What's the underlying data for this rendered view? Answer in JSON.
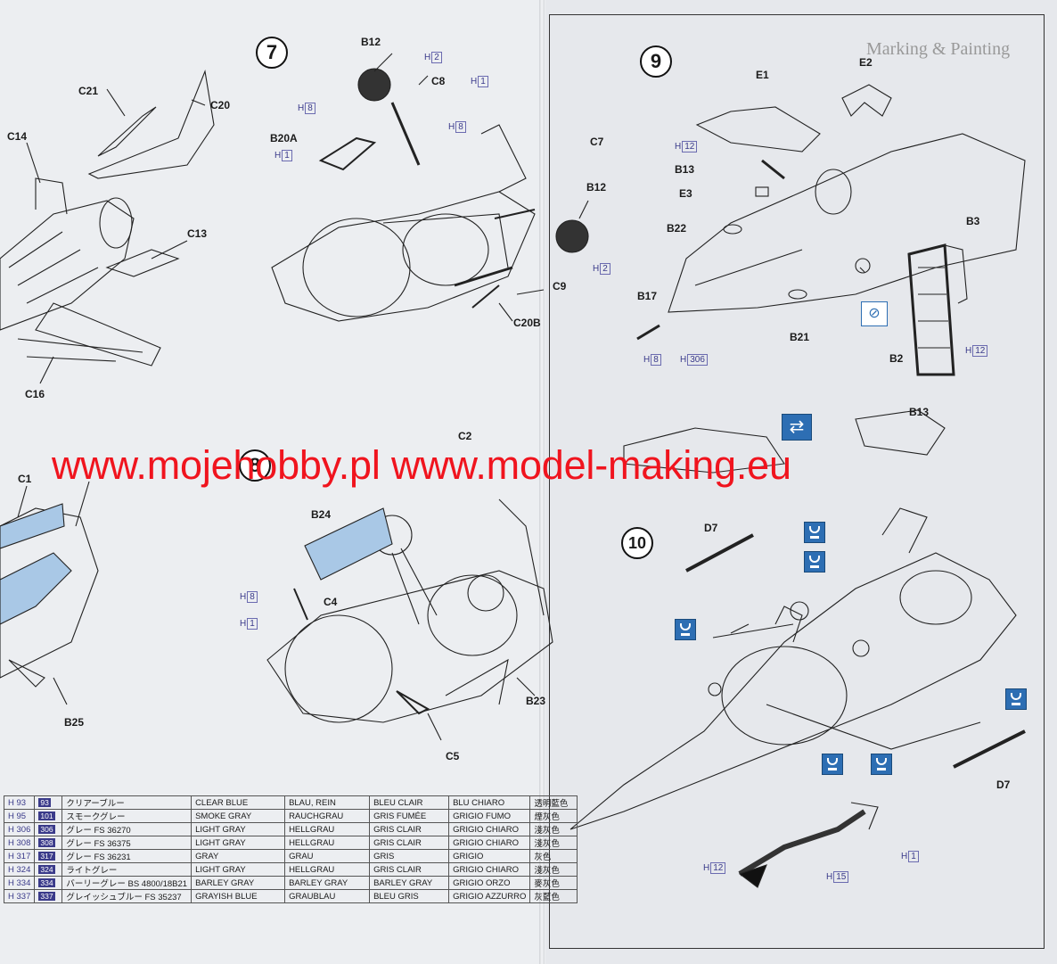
{
  "steps": {
    "step7": "7",
    "step8": "8",
    "step9": "9",
    "step10": "10"
  },
  "parts": {
    "c21": "C21",
    "c20_top": "C20",
    "c14": "C14",
    "c13": "C13",
    "c16": "C16",
    "b12_top": "B12",
    "c8": "C8",
    "b20a": "B20A",
    "c7": "C7",
    "b12_right": "B12",
    "c9": "C9",
    "c20b": "C20B",
    "e2": "E2",
    "e1": "E1",
    "b13": "B13",
    "e3": "E3",
    "b22": "B22",
    "b3": "B3",
    "b17": "B17",
    "b21": "B21",
    "b2": "B2",
    "b13_lower": "B13",
    "c1": "C1",
    "c2": "C2",
    "b24": "B24",
    "c4": "C4",
    "b25": "B25",
    "b23": "B23",
    "c5": "C5",
    "d7_top": "D7",
    "d7_bottom": "D7"
  },
  "paint_refs": {
    "h2_a": {
      "h": "H",
      "n": "2"
    },
    "h1_a": {
      "h": "H",
      "n": "1"
    },
    "h8_a": {
      "h": "H",
      "n": "8"
    },
    "h8_b": {
      "h": "H",
      "n": "8"
    },
    "h1_b": {
      "h": "H",
      "n": "1"
    },
    "h2_b": {
      "h": "H",
      "n": "2"
    },
    "h12_a": {
      "h": "H",
      "n": "12"
    },
    "h8_c": {
      "h": "H",
      "n": "8"
    },
    "h306": {
      "h": "H",
      "n": "306"
    },
    "h12_b": {
      "h": "H",
      "n": "12"
    },
    "h8_d": {
      "h": "H",
      "n": "8"
    },
    "h1_c": {
      "h": "H",
      "n": "1"
    },
    "h1_d": {
      "h": "H",
      "n": "1"
    },
    "h12_c": {
      "h": "H",
      "n": "12"
    },
    "h15": {
      "h": "H",
      "n": "15"
    }
  },
  "marking_title": "Marking & Painting",
  "watermark": "www.mojehobby.pl www.model-making.eu",
  "paint_table": [
    {
      "code": "H 93",
      "num": "93",
      "jp": "クリアーブルー",
      "en": "CLEAR BLUE",
      "de": "BLAU, REIN",
      "fr": "BLEU CLAIR",
      "it": "BLU CHIARO",
      "cj": "透明藍色"
    },
    {
      "code": "H 95",
      "num": "101",
      "jp": "スモークグレー",
      "en": "SMOKE GRAY",
      "de": "RAUCHGRAU",
      "fr": "GRIS FUMÉE",
      "it": "GRIGIO FUMO",
      "cj": "煙灰色"
    },
    {
      "code": "H 306",
      "num": "306",
      "jp": "グレー FS 36270",
      "en": "LIGHT GRAY",
      "de": "HELLGRAU",
      "fr": "GRIS CLAIR",
      "it": "GRIGIO CHIARO",
      "cj": "淺灰色"
    },
    {
      "code": "H 308",
      "num": "308",
      "jp": "グレー FS 36375",
      "en": "LIGHT GRAY",
      "de": "HELLGRAU",
      "fr": "GRIS CLAIR",
      "it": "GRIGIO CHIARO",
      "cj": "淺灰色"
    },
    {
      "code": "H 317",
      "num": "317",
      "jp": "グレー FS 36231",
      "en": "GRAY",
      "de": "GRAU",
      "fr": "GRIS",
      "it": "GRIGIO",
      "cj": "灰色"
    },
    {
      "code": "H 324",
      "num": "324",
      "jp": "ライトグレー",
      "en": "LIGHT GRAY",
      "de": "HELLGRAU",
      "fr": "GRIS CLAIR",
      "it": "GRIGIO CHIARO",
      "cj": "淺灰色"
    },
    {
      "code": "H 334",
      "num": "334",
      "jp": "バーリーグレー BS 4800/18B21",
      "en": "BARLEY GRAY",
      "de": "BARLEY GRAY",
      "fr": "BARLEY GRAY",
      "it": "GRIGIO ORZO",
      "cj": "麥灰色"
    },
    {
      "code": "H 337",
      "num": "337",
      "jp": "グレイッシュブルー FS 35237",
      "en": "GRAYISH BLUE",
      "de": "GRAUBLAU",
      "fr": "BLEU GRIS",
      "it": "GRIGIO AZZURRO",
      "cj": "灰藍色"
    }
  ],
  "colors": {
    "watermark": "#f0141e",
    "accent_blue": "#2d6eb3",
    "highlight_part": "#a9c8e6"
  }
}
